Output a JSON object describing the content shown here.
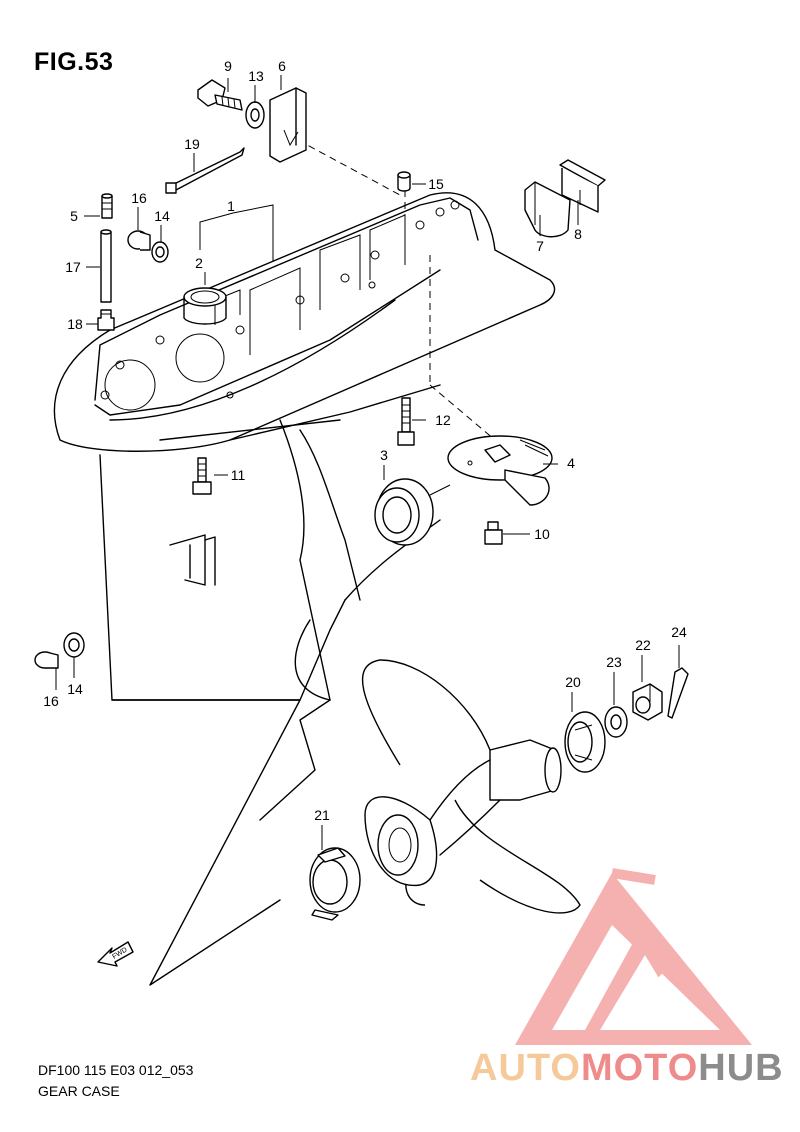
{
  "figure": {
    "title": "FIG.53",
    "code": "DF100 115 E03 012_053",
    "caption": "GEAR CASE"
  },
  "watermark": {
    "part1": "AUTO",
    "part2": "MOTO",
    "part3": "HUB",
    "colors": {
      "auto": "#f5c99a",
      "moto": "#f08b8b",
      "hub": "#8c8c8c",
      "logo": "#f2a0a0"
    }
  },
  "direction_tag": "FWD",
  "callouts": [
    {
      "id": "c1",
      "label": "1"
    },
    {
      "id": "c2",
      "label": "2"
    },
    {
      "id": "c3",
      "label": "3"
    },
    {
      "id": "c4",
      "label": "4"
    },
    {
      "id": "c5",
      "label": "5"
    },
    {
      "id": "c6",
      "label": "6"
    },
    {
      "id": "c7",
      "label": "7"
    },
    {
      "id": "c8",
      "label": "8"
    },
    {
      "id": "c9",
      "label": "9"
    },
    {
      "id": "c10",
      "label": "10"
    },
    {
      "id": "c11",
      "label": "11"
    },
    {
      "id": "c12",
      "label": "12"
    },
    {
      "id": "c13",
      "label": "13"
    },
    {
      "id": "c14a",
      "label": "14"
    },
    {
      "id": "c14b",
      "label": "14"
    },
    {
      "id": "c15",
      "label": "15"
    },
    {
      "id": "c16a",
      "label": "16"
    },
    {
      "id": "c16b",
      "label": "16"
    },
    {
      "id": "c17",
      "label": "17"
    },
    {
      "id": "c18",
      "label": "18"
    },
    {
      "id": "c19",
      "label": "19"
    },
    {
      "id": "c20",
      "label": "20"
    },
    {
      "id": "c21",
      "label": "21"
    },
    {
      "id": "c22",
      "label": "22"
    },
    {
      "id": "c23",
      "label": "23"
    },
    {
      "id": "c24",
      "label": "24"
    }
  ]
}
